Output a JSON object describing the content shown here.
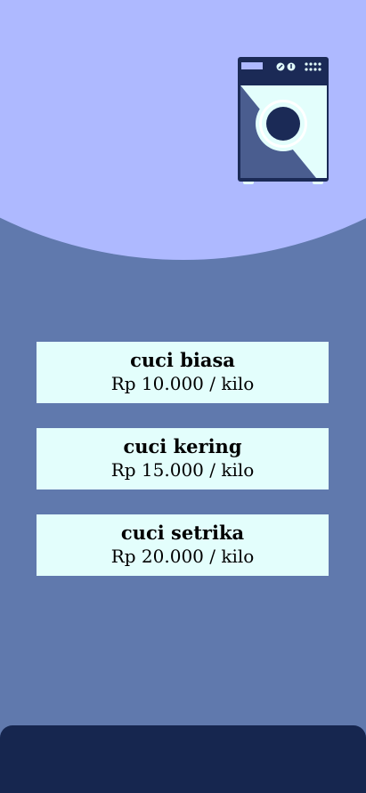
{
  "colors": {
    "background": "#6079ad",
    "top_arc": "#aeb9ff",
    "card": "#e3fefc",
    "bottom_bar": "#16264f",
    "machine_body": "#1b2a56",
    "machine_door_ring": "#e3fefc"
  },
  "header": {
    "illustration_icon": "washing-machine-icon"
  },
  "services": [
    {
      "title": "cuci biasa",
      "price": "Rp 10.000 / kilo"
    },
    {
      "title": "cuci kering",
      "price": "Rp 15.000 / kilo"
    },
    {
      "title": "cuci setrika",
      "price": "Rp 20.000 / kilo"
    }
  ]
}
